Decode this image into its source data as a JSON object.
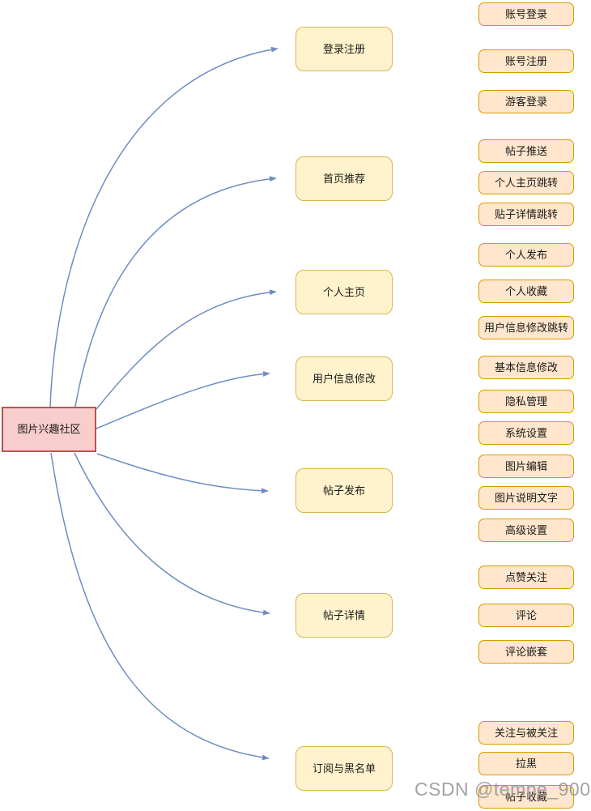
{
  "colors": {
    "root_fill": "#f8cecc",
    "root_stroke": "#b85450",
    "branch_fill": "#fff2cc",
    "branch_stroke": "#d6b656",
    "leaf_fill": "#ffe6cc",
    "leaf_stroke": "#d79b00",
    "edge": "#6e8dc0",
    "watermark": "#9c9c9c"
  },
  "root": {
    "label": "图片兴趣社区"
  },
  "branches": [
    {
      "label": "登录注册",
      "children": [
        "账号登录",
        "账号注册",
        "游客登录"
      ]
    },
    {
      "label": "首页推荐",
      "children": [
        "帖子推送",
        "个人主页跳转",
        "贴子详情跳转"
      ]
    },
    {
      "label": "个人主页",
      "children": [
        "个人发布",
        "个人收藏",
        "用户信息修改跳转"
      ]
    },
    {
      "label": "用户信息修改",
      "children": [
        "基本信息修改",
        "隐私管理",
        "系统设置"
      ]
    },
    {
      "label": "帖子发布",
      "children": [
        "图片编辑",
        "图片说明文字",
        "高级设置"
      ]
    },
    {
      "label": "帖子详情",
      "children": [
        "点赞关注",
        "评论",
        "评论嵌套"
      ]
    },
    {
      "label": "订阅与黑名单",
      "children": [
        "关注与被关注",
        "拉黑",
        "帖子收藏"
      ]
    }
  ],
  "watermark": {
    "text": "CSDN @tempe_900"
  }
}
